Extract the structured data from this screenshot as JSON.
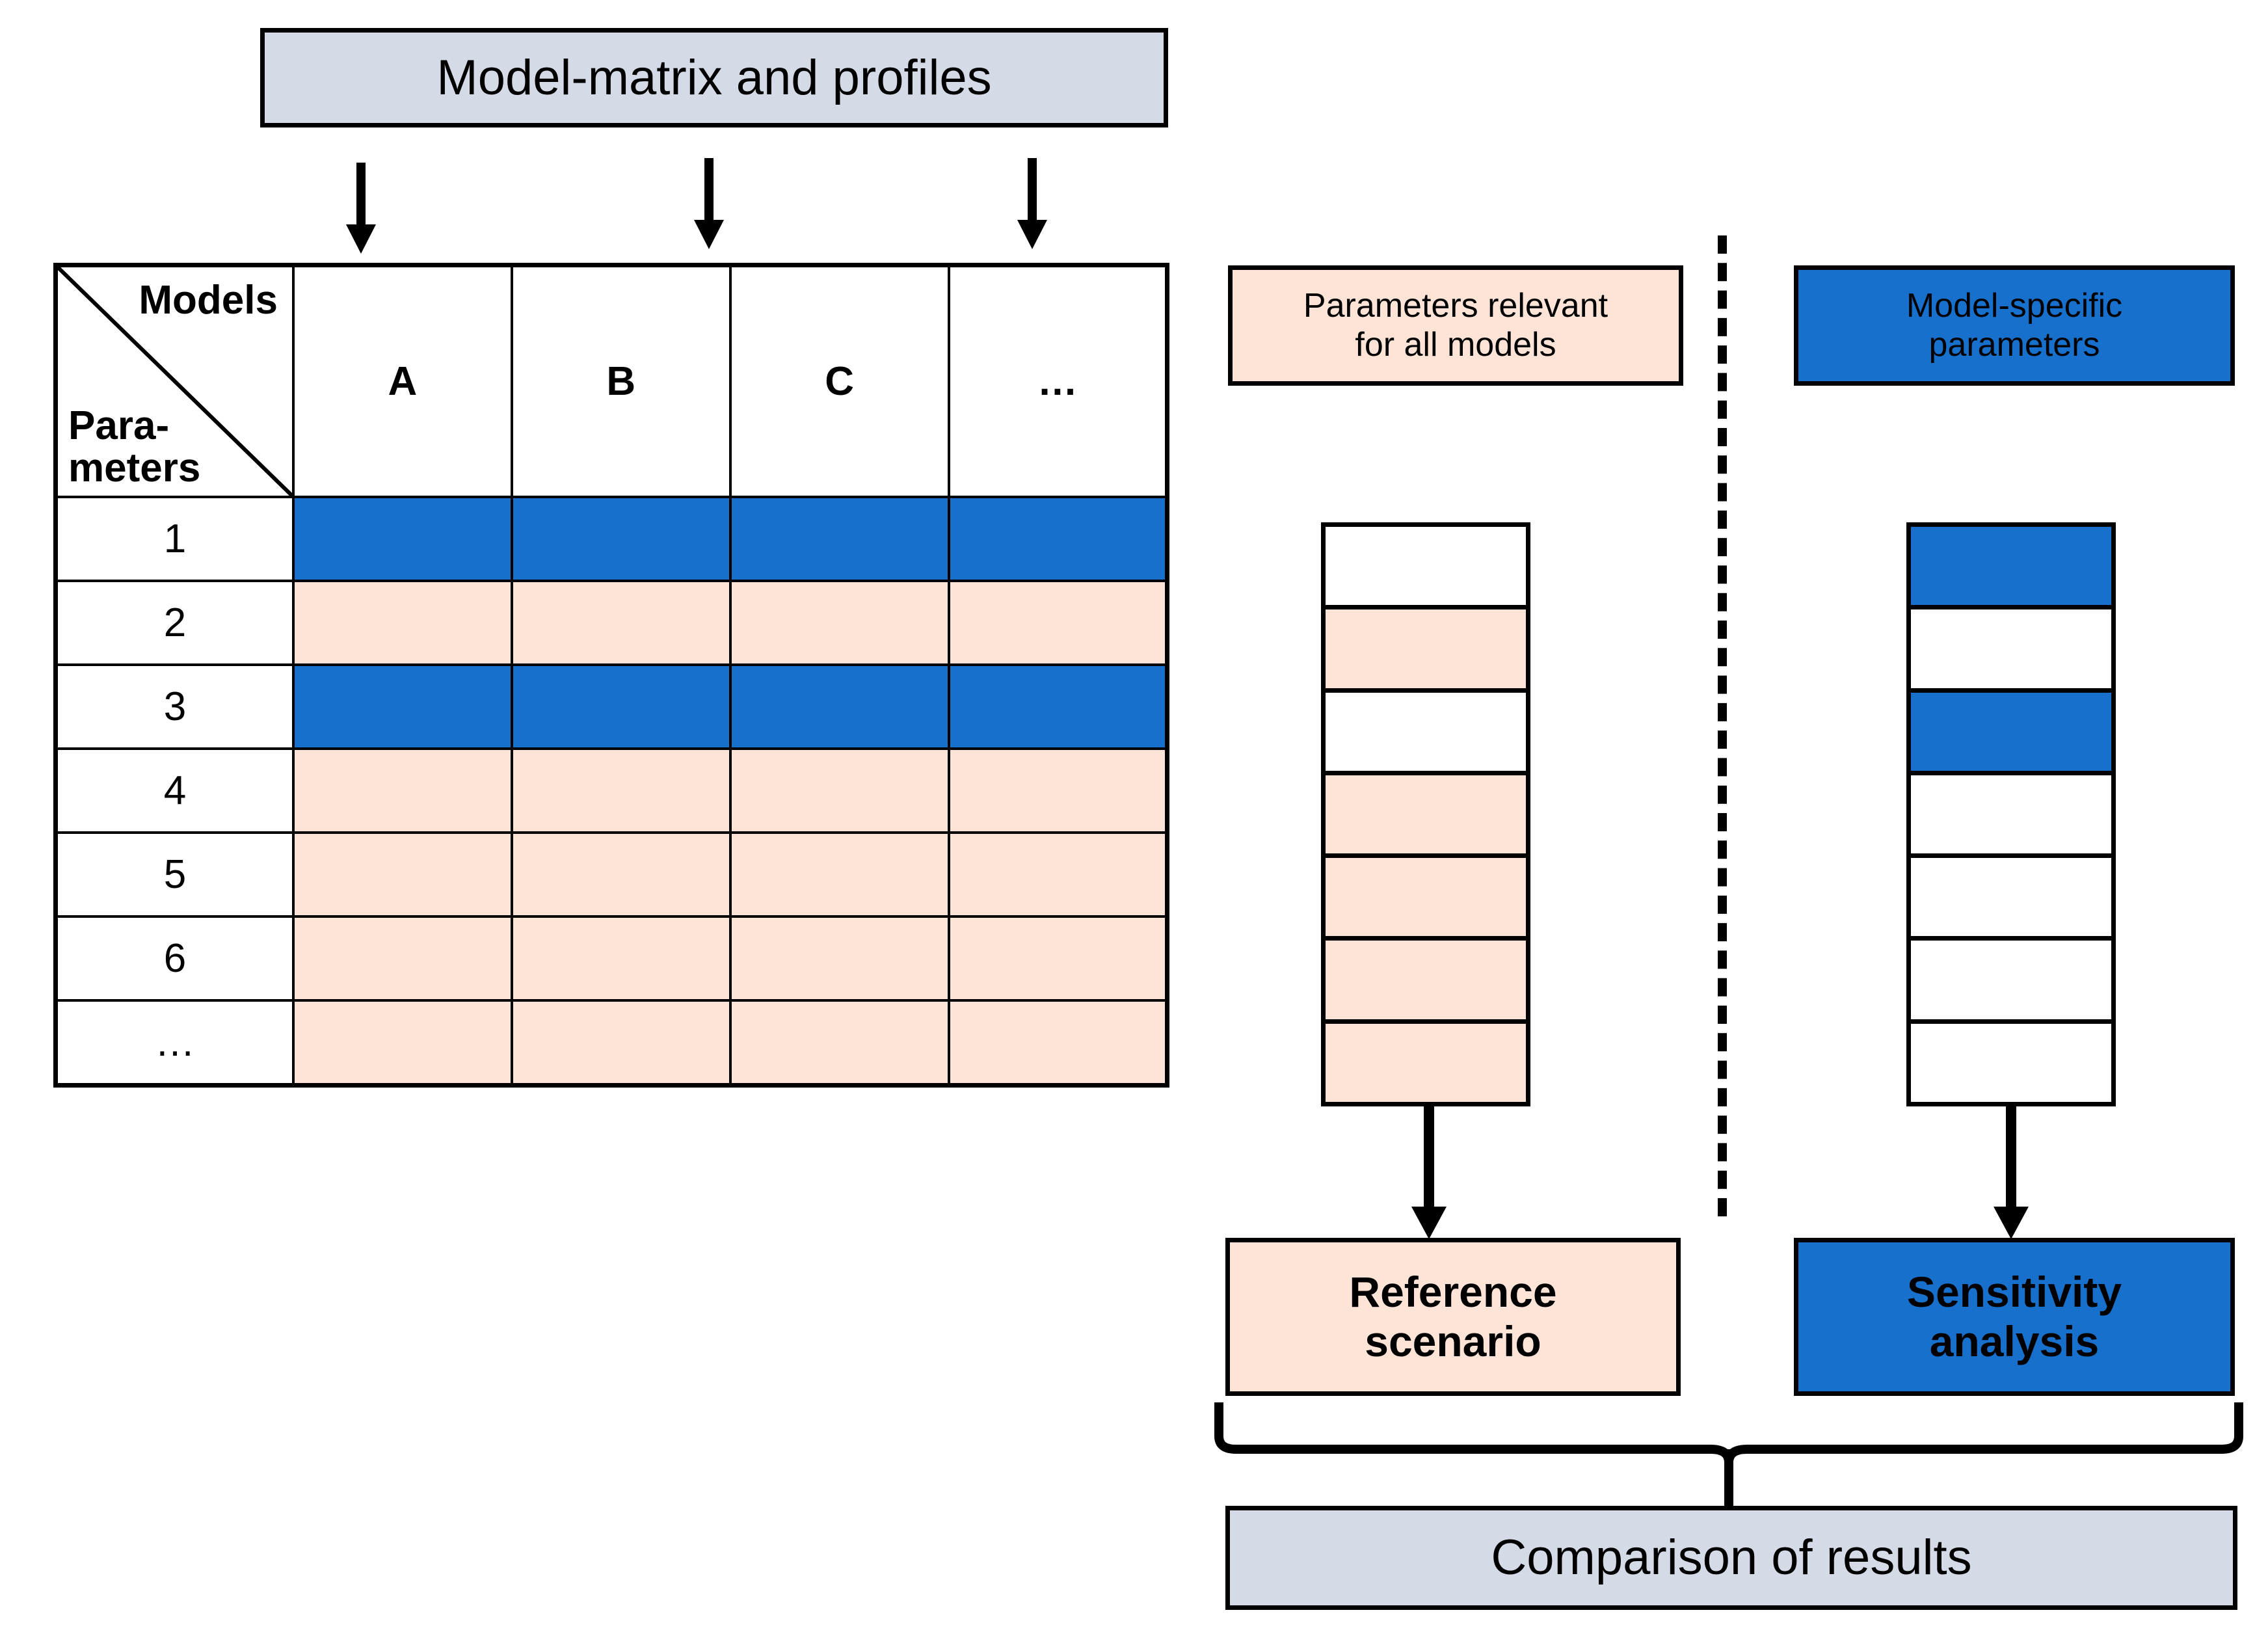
{
  "title": {
    "text": "Model-matrix and profiles"
  },
  "matrix": {
    "corner": {
      "models_label": "Models",
      "parameters_label_line1": "Para-",
      "parameters_label_line2": "meters"
    },
    "columns": [
      "A",
      "B",
      "C",
      "…"
    ],
    "rows": [
      {
        "label": "1",
        "fill": "blue"
      },
      {
        "label": "2",
        "fill": "peach"
      },
      {
        "label": "3",
        "fill": "blue"
      },
      {
        "label": "4",
        "fill": "peach"
      },
      {
        "label": "5",
        "fill": "peach"
      },
      {
        "label": "6",
        "fill": "peach"
      },
      {
        "label": "…",
        "fill": "peach"
      }
    ]
  },
  "legend": {
    "common": {
      "line1": "Parameters relevant",
      "line2": "for all models"
    },
    "specific": {
      "line1": "Model-specific",
      "line2": "parameters"
    }
  },
  "stacks": {
    "reference": {
      "cells": [
        "white",
        "peach",
        "white",
        "peach",
        "peach",
        "peach",
        "peach"
      ]
    },
    "sensitivity": {
      "cells": [
        "blue",
        "white",
        "blue",
        "white",
        "white",
        "white",
        "white"
      ]
    }
  },
  "results": {
    "reference": {
      "line1": "Reference",
      "line2": "scenario"
    },
    "sensitivity": {
      "line1": "Sensitivity",
      "line2": "analysis"
    }
  },
  "comparison": {
    "text": "Comparison of results"
  },
  "colors": {
    "blue": "#1770cb",
    "peach": "#fde4d6",
    "banner_gray": "#d4dae6",
    "outline": "#000000",
    "white": "#ffffff"
  }
}
